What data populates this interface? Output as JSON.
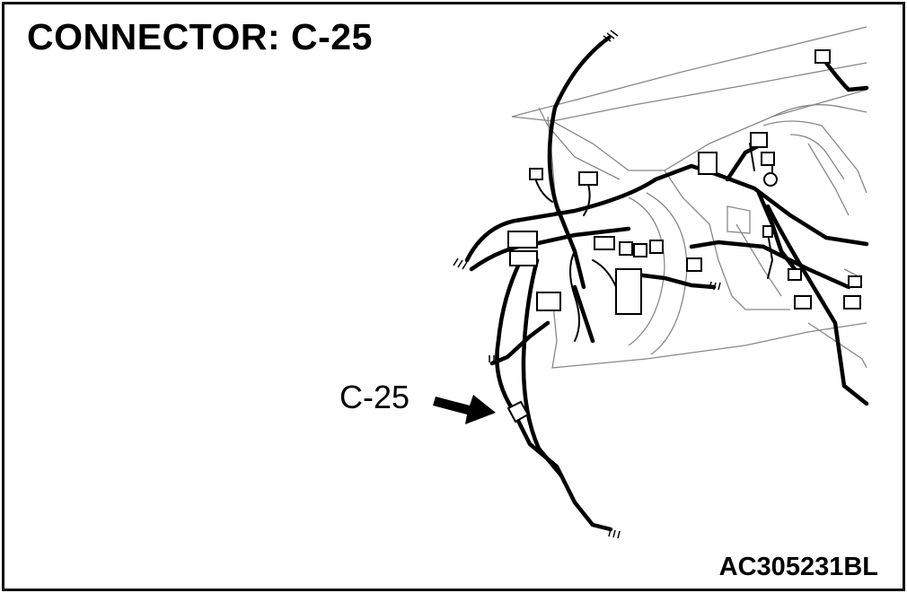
{
  "title": "CONNECTOR: C-25",
  "callout": {
    "label": "C-25"
  },
  "figure_id": "AC305231BL"
}
